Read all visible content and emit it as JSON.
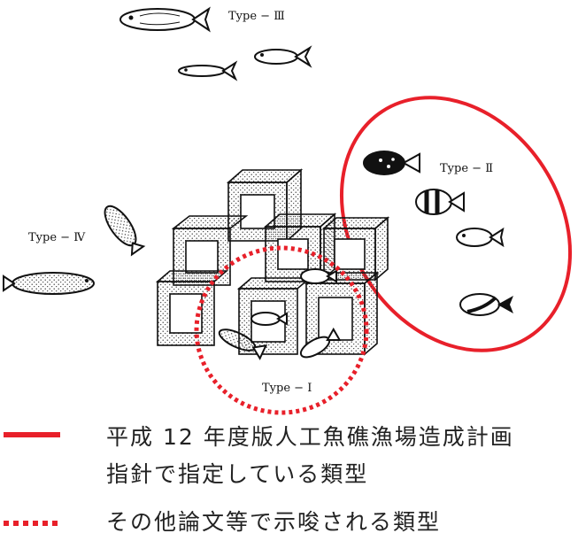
{
  "labels": {
    "type1": "Type − Ⅰ",
    "type2": "Type − Ⅱ",
    "type3": "Type − Ⅲ",
    "type4": "Type − Ⅳ"
  },
  "legend": [
    {
      "style": "solid",
      "color": "#e8202a",
      "text_line1": "平成 12 年度版人工魚礁漁場造成計画",
      "text_line2": "指針で指定している類型"
    },
    {
      "style": "dotted",
      "color": "#e8202a",
      "text_line1": "その他論文等で示唆される類型"
    }
  ],
  "colors": {
    "highlight": "#e8202a",
    "ink": "#111111"
  }
}
